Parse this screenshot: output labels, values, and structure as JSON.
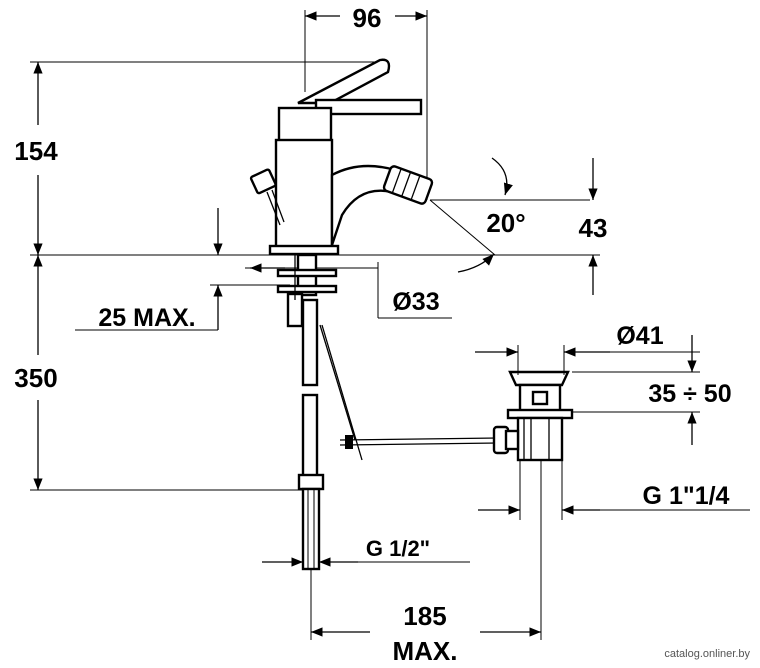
{
  "dimensions": {
    "width_top": "96",
    "height_spout": "154",
    "height_below": "350",
    "max_thickness": "25 MAX.",
    "hole_diameter": "Ø33",
    "spout_angle": "20°",
    "spout_height": "43",
    "waste_diameter": "Ø41",
    "waste_range": "35 ÷ 50",
    "waste_thread": "G 1\"1/4",
    "supply_thread": "G 1/2\"",
    "distance_line1": "185",
    "distance_line2": "MAX."
  },
  "watermark": "catalog.onliner.by",
  "colors": {
    "line": "#000000",
    "background": "#ffffff"
  }
}
